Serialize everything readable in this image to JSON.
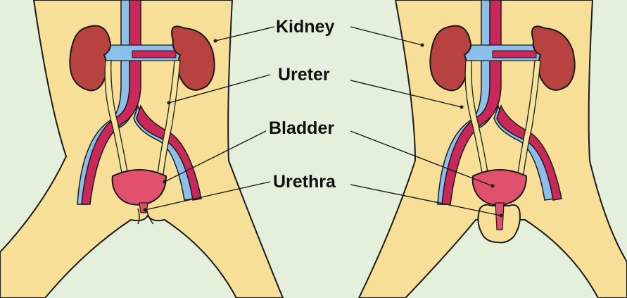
{
  "labels": {
    "kidney": "Kidney",
    "ureter": "Ureter",
    "bladder": "Bladder",
    "urethra": "Urethra"
  },
  "colors": {
    "background": "#e4f0dc",
    "body": "#f7df98",
    "kidney": "#b8423f",
    "vein": "#8cc0ea",
    "artery": "#c8285a",
    "ureter": "#f3e69c",
    "bladder": "#e0506c",
    "outline": "#1a1a1a"
  }
}
